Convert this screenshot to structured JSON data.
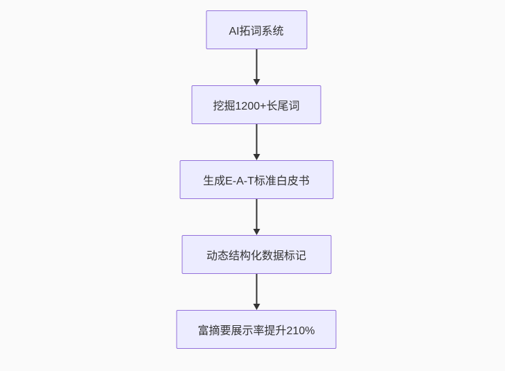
{
  "diagram": {
    "type": "flowchart",
    "direction": "top-down",
    "nodes": [
      {
        "id": "n1",
        "label": "AI拓词系统"
      },
      {
        "id": "n2",
        "label": "挖掘1200+长尾词"
      },
      {
        "id": "n3",
        "label": "生成E-A-T标准白皮书"
      },
      {
        "id": "n4",
        "label": "动态结构化数据标记"
      },
      {
        "id": "n5",
        "label": "富摘要展示率提升210%"
      }
    ],
    "edges": [
      {
        "from": "n1",
        "to": "n2"
      },
      {
        "from": "n2",
        "to": "n3"
      },
      {
        "from": "n3",
        "to": "n4"
      },
      {
        "from": "n4",
        "to": "n5"
      }
    ],
    "colors": {
      "background": "#fafafa",
      "node_fill": "#ececff",
      "node_border": "#9370db",
      "node_text": "#333333",
      "arrow": "#333333"
    }
  }
}
